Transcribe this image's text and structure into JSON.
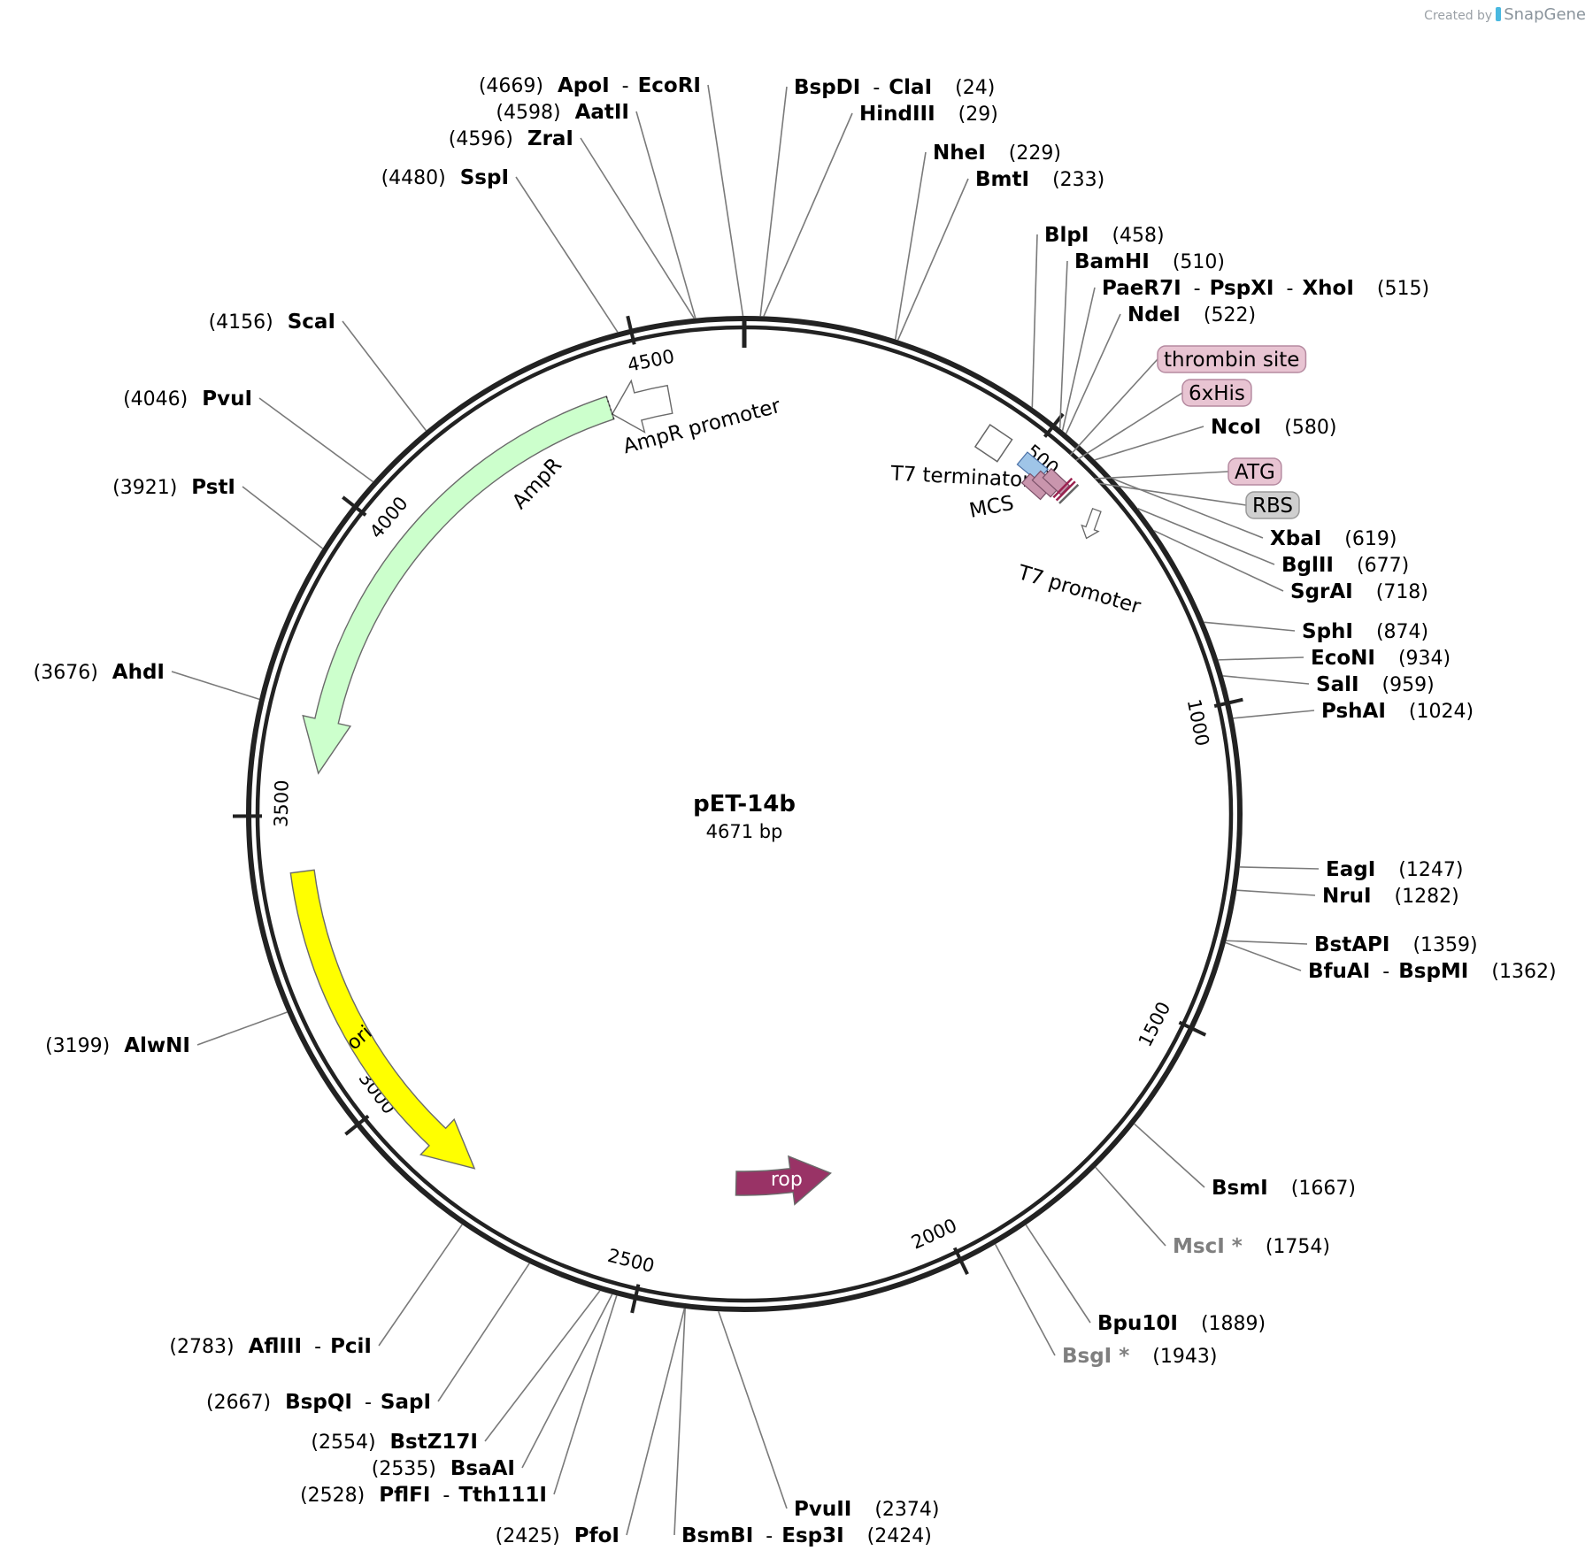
{
  "header": {
    "credit_prefix": "Created by",
    "credit_brand": "SnapGene"
  },
  "plasmid": {
    "name": "pET-14b",
    "length_label": "4671 bp",
    "length": 4671
  },
  "ticks": [
    {
      "pos": 500,
      "label": "500"
    },
    {
      "pos": 1000,
      "label": "1000"
    },
    {
      "pos": 1500,
      "label": "1500"
    },
    {
      "pos": 2000,
      "label": "2000"
    },
    {
      "pos": 2500,
      "label": "2500"
    },
    {
      "pos": 3000,
      "label": "3000"
    },
    {
      "pos": 3500,
      "label": "3500"
    },
    {
      "pos": 4000,
      "label": "4000"
    },
    {
      "pos": 4500,
      "label": "4500"
    }
  ],
  "features": [
    {
      "name": "AmpR",
      "start": 3574,
      "end": 4434,
      "direction": "reverse",
      "color": "#ccffcc",
      "label_inside": false
    },
    {
      "name": "AmpR promoter",
      "start": 4434,
      "end": 4539,
      "direction": "reverse",
      "color": "#ffffff",
      "label_inside": false
    },
    {
      "name": "ori",
      "start": 2819,
      "end": 3407,
      "direction": "reverse",
      "color": "#ffff00",
      "label_inside": true
    },
    {
      "name": "rop",
      "start": 2160,
      "end": 2352,
      "direction": "reverse",
      "color": "#993366",
      "label_inside": true,
      "label_color": "#ffffff"
    },
    {
      "name": "T7 terminator",
      "start": 420,
      "end": 467,
      "direction": "none",
      "color": "#ffffff"
    },
    {
      "name": "MCS",
      "start": 510,
      "end": 545,
      "direction": "none",
      "color": "#9fc5e8"
    },
    {
      "name": "T7 promoter",
      "start": 640,
      "end": 659,
      "direction": "forward",
      "color": "#ffffff"
    }
  ],
  "restriction_sites": [
    {
      "enzymes": [
        "BspDI",
        "ClaI"
      ],
      "pos": 24,
      "pos_label": "(24)"
    },
    {
      "enzymes": [
        "HindIII"
      ],
      "pos": 29,
      "pos_label": "(29)"
    },
    {
      "enzymes": [
        "NheI"
      ],
      "pos": 229,
      "pos_label": "(229)"
    },
    {
      "enzymes": [
        "BmtI"
      ],
      "pos": 233,
      "pos_label": "(233)"
    },
    {
      "enzymes": [
        "BlpI"
      ],
      "pos": 458,
      "pos_label": "(458)"
    },
    {
      "enzymes": [
        "BamHI"
      ],
      "pos": 510,
      "pos_label": "(510)"
    },
    {
      "enzymes": [
        "PaeR7I",
        "PspXI",
        "XhoI"
      ],
      "pos": 515,
      "pos_label": "(515)"
    },
    {
      "enzymes": [
        "NdeI"
      ],
      "pos": 522,
      "pos_label": "(522)"
    },
    {
      "enzymes": [
        "NcoI"
      ],
      "pos": 580,
      "pos_label": "(580)"
    },
    {
      "enzymes": [
        "XbaI"
      ],
      "pos": 619,
      "pos_label": "(619)"
    },
    {
      "enzymes": [
        "BglII"
      ],
      "pos": 677,
      "pos_label": "(677)"
    },
    {
      "enzymes": [
        "SgrAI"
      ],
      "pos": 718,
      "pos_label": "(718)"
    },
    {
      "enzymes": [
        "SphI"
      ],
      "pos": 874,
      "pos_label": "(874)"
    },
    {
      "enzymes": [
        "EcoNI"
      ],
      "pos": 934,
      "pos_label": "(934)"
    },
    {
      "enzymes": [
        "SalI"
      ],
      "pos": 959,
      "pos_label": "(959)"
    },
    {
      "enzymes": [
        "PshAI"
      ],
      "pos": 1024,
      "pos_label": "(1024)"
    },
    {
      "enzymes": [
        "EagI"
      ],
      "pos": 1247,
      "pos_label": "(1247)"
    },
    {
      "enzymes": [
        "NruI"
      ],
      "pos": 1282,
      "pos_label": "(1282)"
    },
    {
      "enzymes": [
        "BstAPI"
      ],
      "pos": 1359,
      "pos_label": "(1359)"
    },
    {
      "enzymes": [
        "BfuAI",
        "BspMI"
      ],
      "pos": 1362,
      "pos_label": "(1362)"
    },
    {
      "enzymes": [
        "BsmI"
      ],
      "pos": 1667,
      "pos_label": "(1667)"
    },
    {
      "enzymes": [
        "MscI *"
      ],
      "pos": 1754,
      "pos_label": "(1754)",
      "dim": true
    },
    {
      "enzymes": [
        "Bpu10I"
      ],
      "pos": 1889,
      "pos_label": "(1889)"
    },
    {
      "enzymes": [
        "BsgI *"
      ],
      "pos": 1943,
      "pos_label": "(1943)",
      "dim": true
    },
    {
      "enzymes": [
        "PvuII"
      ],
      "pos": 2374,
      "pos_label": "(2374)"
    },
    {
      "enzymes": [
        "BsmBI",
        "Esp3I"
      ],
      "pos": 2424,
      "pos_label": "(2424)"
    },
    {
      "enzymes": [
        "PfoI"
      ],
      "pos": 2425,
      "pos_label": "(2425)"
    },
    {
      "enzymes": [
        "PflFI",
        "Tth111I"
      ],
      "pos": 2528,
      "pos_label": "(2528)"
    },
    {
      "enzymes": [
        "BsaAI"
      ],
      "pos": 2535,
      "pos_label": "(2535)"
    },
    {
      "enzymes": [
        "BstZ17I"
      ],
      "pos": 2554,
      "pos_label": "(2554)"
    },
    {
      "enzymes": [
        "BspQI",
        "SapI"
      ],
      "pos": 2667,
      "pos_label": "(2667)"
    },
    {
      "enzymes": [
        "AflIII",
        "PciI"
      ],
      "pos": 2783,
      "pos_label": "(2783)"
    },
    {
      "enzymes": [
        "AlwNI"
      ],
      "pos": 3199,
      "pos_label": "(3199)"
    },
    {
      "enzymes": [
        "AhdI"
      ],
      "pos": 3676,
      "pos_label": "(3676)"
    },
    {
      "enzymes": [
        "PstI"
      ],
      "pos": 3921,
      "pos_label": "(3921)"
    },
    {
      "enzymes": [
        "PvuI"
      ],
      "pos": 4046,
      "pos_label": "(4046)"
    },
    {
      "enzymes": [
        "ScaI"
      ],
      "pos": 4156,
      "pos_label": "(4156)"
    },
    {
      "enzymes": [
        "SspI"
      ],
      "pos": 4480,
      "pos_label": "(4480)"
    },
    {
      "enzymes": [
        "ZraI"
      ],
      "pos": 4596,
      "pos_label": "(4596)"
    },
    {
      "enzymes": [
        "AatII"
      ],
      "pos": 4598,
      "pos_label": "(4598)"
    },
    {
      "enzymes": [
        "ApoI",
        "EcoRI"
      ],
      "pos": 4669,
      "pos_label": "(4669)"
    }
  ],
  "feature_pills": [
    {
      "label": "thrombin site",
      "pos": 548,
      "color": "#e8c4d2",
      "border": "#b58aa0"
    },
    {
      "label": "6xHis",
      "pos": 560,
      "color": "#e8c4d2",
      "border": "#b58aa0"
    },
    {
      "label": "ATG",
      "pos": 600,
      "color": "#e8c4d2",
      "border": "#b58aa0"
    },
    {
      "label": "RBS",
      "pos": 610,
      "color": "#cfcfcf",
      "border": "#9a9a9a"
    }
  ]
}
